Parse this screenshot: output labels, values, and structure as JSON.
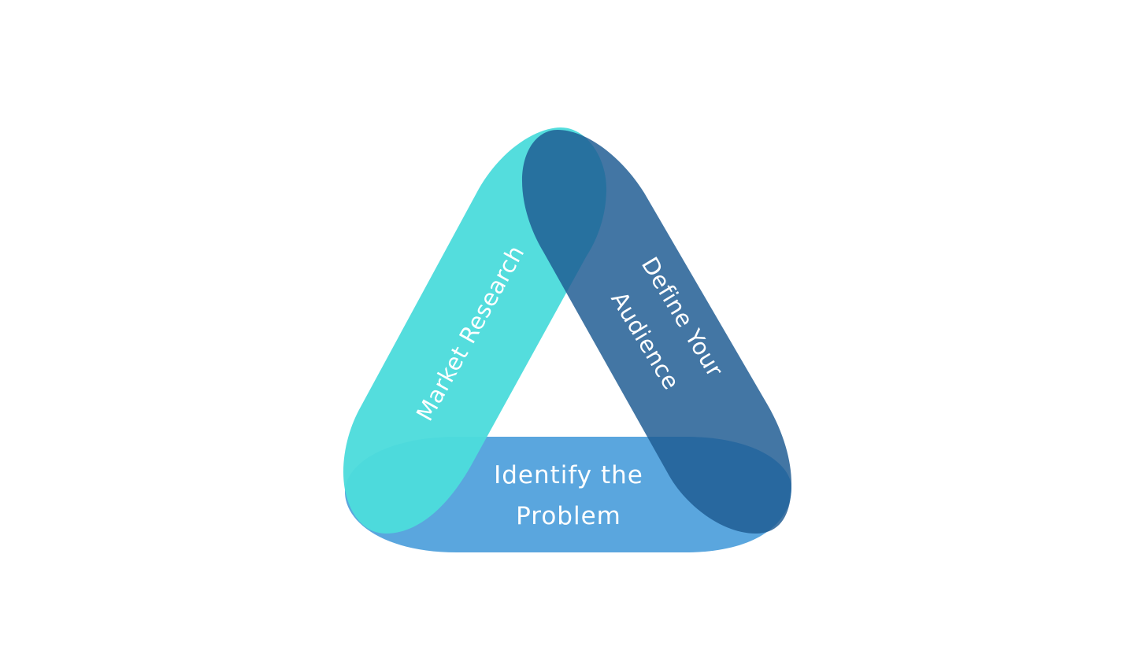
{
  "diagram": {
    "bands": [
      {
        "label": "Market Research",
        "color": "#4DDCDC"
      },
      {
        "label_line1": "Define Your",
        "label_line2": "Audience",
        "color": "#1F5C93"
      },
      {
        "label_line1": "Identify the",
        "label_line2": "Problem",
        "color": "#3D96D8"
      }
    ]
  }
}
